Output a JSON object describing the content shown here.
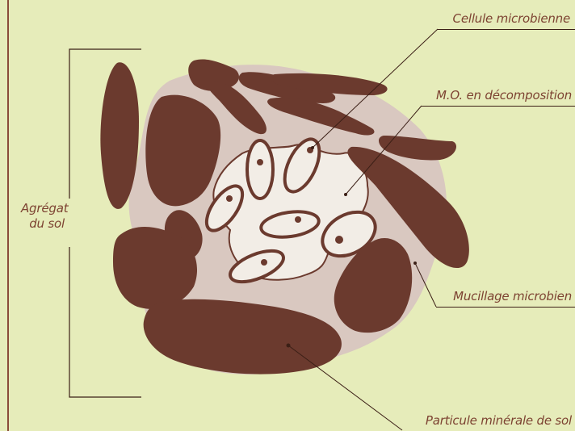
{
  "diagram": {
    "labels": {
      "microbial_cell": "Cellule microbienne",
      "decomposing_om": "M.O. en décomposition",
      "microbial_mucilage": "Mucillage microbien",
      "mineral_particle": "Particule minérale de sol",
      "aggregate_line1": "Agrégat",
      "aggregate_line2": "du sol"
    },
    "colors": {
      "background": "#e6ecba",
      "mineral_particle": "#6b3a2e",
      "mucilage": "#d9c8c0",
      "organic_matter": "#f2ede6",
      "outline": "#6b3a2e",
      "label_text": "#7d4332",
      "leader_line": "#3b1f16"
    }
  }
}
